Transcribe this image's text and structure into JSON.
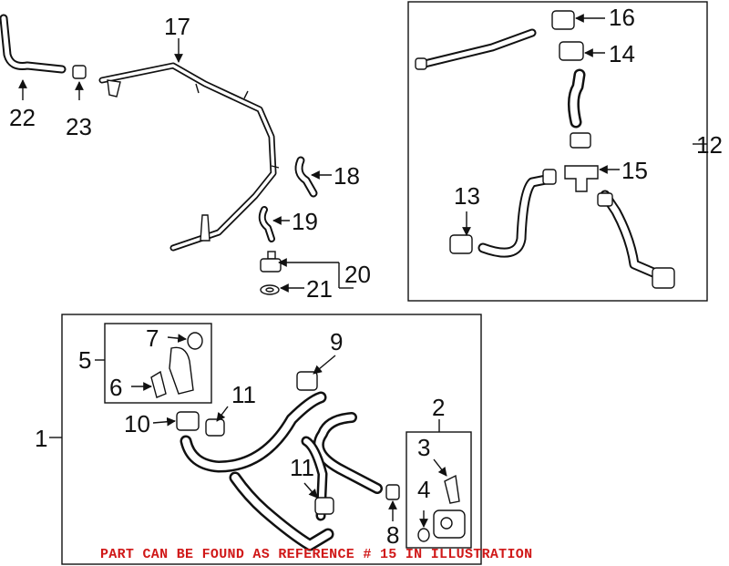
{
  "callouts": {
    "c1": "1",
    "c2": "2",
    "c3": "3",
    "c4": "4",
    "c5": "5",
    "c6": "6",
    "c7": "7",
    "c8": "8",
    "c9": "9",
    "c10": "10",
    "c11a": "11",
    "c11b": "11",
    "c12": "12",
    "c13": "13",
    "c14": "14",
    "c15": "15",
    "c16": "16",
    "c17": "17",
    "c18": "18",
    "c19": "19",
    "c20": "20",
    "c21": "21",
    "c22": "22",
    "c23": "23"
  },
  "note": "PART CAN BE FOUND AS REFERENCE # 15 IN ILLUSTRATION",
  "colors": {
    "note": "#d01818",
    "line": "#111111"
  }
}
